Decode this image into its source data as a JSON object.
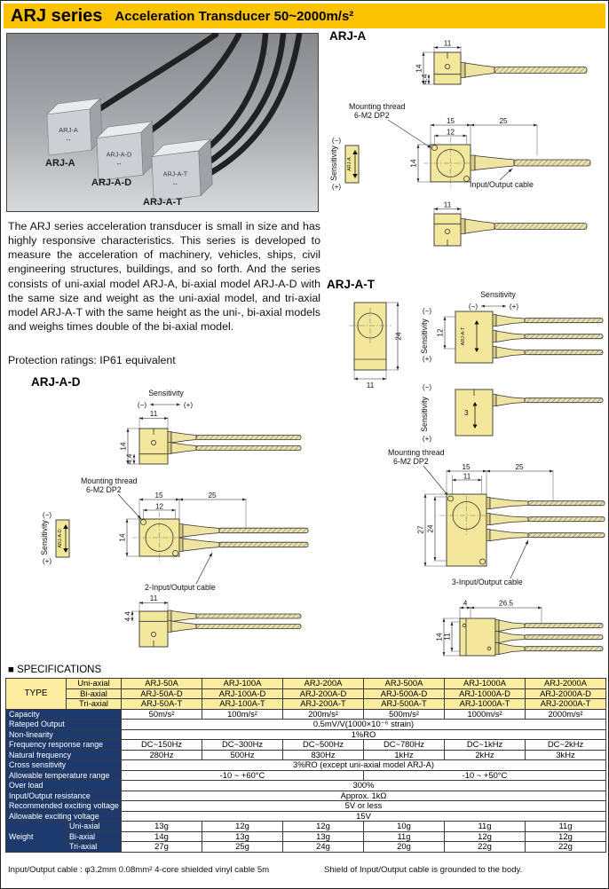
{
  "page": {
    "title_series": "ARJ series",
    "title_sub": "Acceleration Transducer  50~2000m/s²"
  },
  "photo": {
    "labels": [
      "ARJ-A",
      "ARJ-A-D",
      "ARJ-A-T"
    ]
  },
  "intro": {
    "description": "The ARJ series acceleration transducer is small in size and has highly responsive characteristics. This series is developed to measure the acceleration of machinery, vehicles, ships, civil engineering structures, buildings, and so forth.  And the series consists of uni-axial model ARJ-A, bi-axial model ARJ-A-D with the same size and weight as the uni-axial model, and tri-axial model ARJ-A-T with the same height as the uni-, bi-axial models and weighs times double of the bi-axial model.",
    "protection": "Protection ratings: IP61 equivalent"
  },
  "drawings": {
    "sensitivity": "Sensitivity",
    "minus": "(−)",
    "plus": "(+)",
    "mount1": "Mounting thread",
    "mount2": "6-M2 DP2",
    "arj_a": {
      "title": "ARJ-A",
      "tag": "ARJ-A",
      "cable": "Input/Output cable",
      "d11": "11",
      "d14": "14",
      "d44": "4.4",
      "d15": "15",
      "d25": "25",
      "d12": "12"
    },
    "arj_a_d": {
      "title": "ARJ-A-D",
      "tag": "ARJ-A-D",
      "cable": "2-Input/Output cable",
      "d11": "11",
      "d14": "14",
      "d44": "4.4",
      "d15": "15",
      "d25": "25",
      "d12": "12"
    },
    "arj_a_t": {
      "title": "ARJ-A-T",
      "tag": "ARJ-A-T",
      "cable": "3-Input/Output cable",
      "d11": "11",
      "d24": "24",
      "d12": "12",
      "d3": "3",
      "d15": "15",
      "d25": "25",
      "d27": "27",
      "d14": "14",
      "d4": "4",
      "d265": "26.5"
    }
  },
  "specs": {
    "heading": "■ SPECIFICATIONS",
    "type_label": "TYPE",
    "weight_label": "Weight",
    "axes": [
      "Uni-axial",
      "Bi-axial",
      "Tri-axial"
    ],
    "models": {
      "uni": [
        "ARJ-50A",
        "ARJ-100A",
        "ARJ-200A",
        "ARJ-500A",
        "ARJ-1000A",
        "ARJ-2000A"
      ],
      "bi": [
        "ARJ-50A-D",
        "ARJ-100A-D",
        "ARJ-200A-D",
        "ARJ-500A-D",
        "ARJ-1000A-D",
        "ARJ-2000A-D"
      ],
      "tri": [
        "ARJ-50A-T",
        "ARJ-100A-T",
        "ARJ-200A-T",
        "ARJ-500A-T",
        "ARJ-1000A-T",
        "ARJ-2000A-T"
      ]
    },
    "labels": {
      "capacity": "Capacity",
      "rated": "Rateped Output",
      "nonlin": "Non-linearity",
      "freq": "Frequency response range",
      "natural": "Natural frequency",
      "cross": "Cross sensitivity",
      "temp": "Allowable temperature range",
      "overload": "Over load",
      "resistance": "Input/Output resistance",
      "rec_voltage": "Recommended exciting voltage",
      "allow_voltage": "Allowable exciting voltage"
    },
    "values": {
      "capacity": [
        "50m/s²",
        "100m/s²",
        "200m/s²",
        "500m/s²",
        "1000m/s²",
        "2000m/s²"
      ],
      "rated": "0.5mV/V(1000×10⁻⁶ strain)",
      "nonlin": "1%RO",
      "freq": [
        "DC~150Hz",
        "DC~300Hz",
        "DC~500Hz",
        "DC~780Hz",
        "DC~1kHz",
        "DC~2kHz"
      ],
      "natural": [
        "280Hz",
        "500Hz",
        "830Hz",
        "1kHz",
        "2kHz",
        "3kHz"
      ],
      "cross": "3%RO (except uni-axial model ARJ-A)",
      "temp_low": "-10 ~ +60°C",
      "temp_high": "-10 ~ +50°C",
      "overload": "300%",
      "resistance": "Approx. 1kΩ",
      "rec_voltage": "5V or less",
      "allow_voltage": "15V",
      "weight_uni": [
        "13g",
        "12g",
        "12g",
        "10g",
        "11g",
        "11g"
      ],
      "weight_bi": [
        "14g",
        "13g",
        "13g",
        "11g",
        "12g",
        "12g"
      ],
      "weight_tri": [
        "27g",
        "25g",
        "24g",
        "20g",
        "22g",
        "22g"
      ]
    }
  },
  "footer": {
    "left": "Input/Output cable : φ3.2mm  0.08mm²  4-core shielded vinyl cable 5m",
    "right": "Shield of Input/Output cable is grounded to the body."
  }
}
